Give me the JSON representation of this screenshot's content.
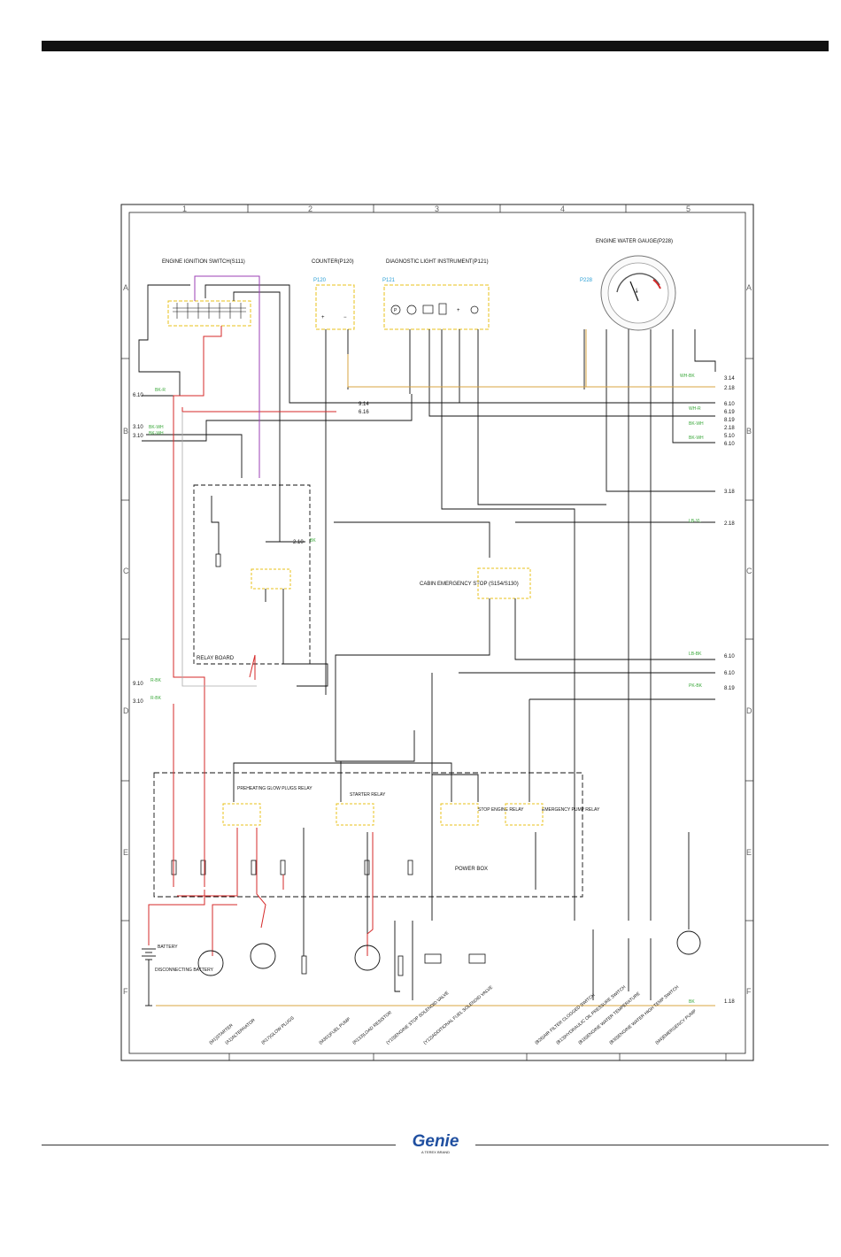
{
  "diagram": {
    "zones_columns": [
      "1",
      "2",
      "3",
      "4",
      "5"
    ],
    "zones_rows": [
      "A",
      "B",
      "C",
      "D",
      "E",
      "F"
    ],
    "components": {
      "ignition_switch": "ENGINE IGNITION SWITCH(S111)",
      "counter": "COUNTER(P120)",
      "diagnostic": "DIAGNOSTIC LIGHT INSTRUMENT(P121)",
      "water_gauge": "ENGINE WATER GAUGE(P228)",
      "relay_board": "RELAY BOARD",
      "cabin_emergency_stop": "CABIN EMERGENCY STOP (S154/S130)",
      "preheating_relay": "PREHEATING GLOW PLUGS RELAY",
      "starter_relay": "STARTER RELAY",
      "stop_engine_relay": "STOP ENGINE RELAY",
      "emergency_pump_relay": "EMERGENCY PUMP RELAY",
      "power_box": "POWER BOX",
      "battery": "BATTERY",
      "disconnecting": "DISCONNECTING BATTERY"
    },
    "tags": {
      "p120": "P120",
      "p121": "P121",
      "p228": "P228",
      "p_mark": "P"
    },
    "left_refs": [
      "6.10",
      "3.10",
      "3.10",
      "9.10",
      "3.10"
    ],
    "right_refs": [
      "3.14",
      "2.18",
      "6.10",
      "6.19",
      "8.19",
      "2.18",
      "5.10",
      "6.10",
      "3.18",
      "2.18",
      "6.10",
      "6.10",
      "8.19",
      "1.18"
    ],
    "mid_refs": [
      "9.14",
      "6.16",
      "2.10"
    ],
    "bottom_labels": [
      "(M1)STARTER",
      "(A1)ALTERNATOR",
      "(R17)GLOW PLUGS",
      "(M301)FUEL PUMP",
      "(R133)LOAD RESISTOR",
      "(Y10)ENGINE STOP SOLENOID VALVE",
      "(Y12)ADDITIONAL FUEL SOLENOID VALVE",
      "(B26)AIR FILTER CLOGGED SWITCH",
      "(B13)HYDRAULIC OIL PRESSURE SWITCH",
      "(B16)ENGINE WATER TEMPERATURE",
      "(B30)ENGINE WATER HIGH TEMP SWITCH",
      "(M4)EMERGENCY PUMP"
    ]
  },
  "footer": {
    "brand": "Genie",
    "brand_sub": "A TEREX BRAND"
  },
  "colors": {
    "wire_black": "#111111",
    "wire_red": "#d62a2a",
    "wire_orange": "#d9a441",
    "wire_purple": "#9b3fb5",
    "box_yellow": "#e8c21a",
    "wire_label_green": "#3aa83a",
    "tag_blue": "#2a9fd6",
    "brand_blue": "#1f4fa0"
  }
}
